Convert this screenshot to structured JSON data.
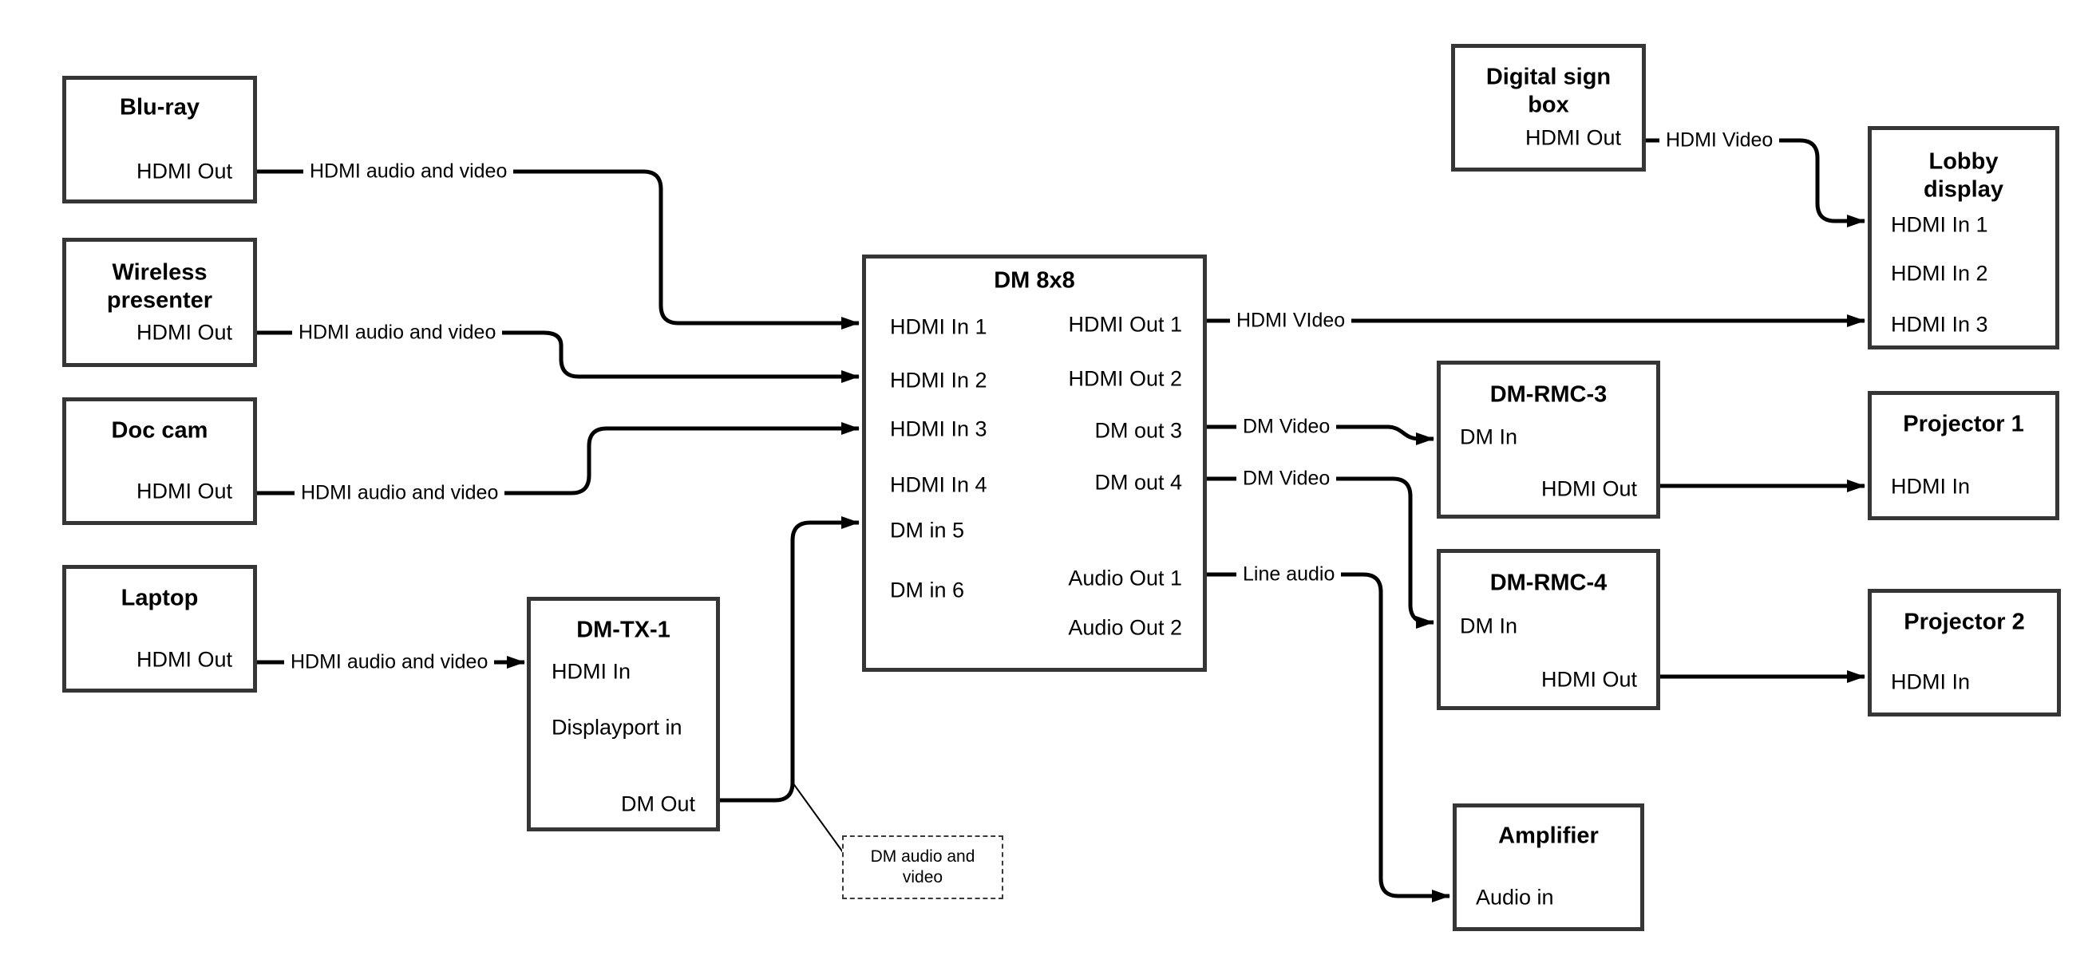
{
  "colors": {
    "background": "#ffffff",
    "line": "#000000",
    "box_border": "#363636"
  },
  "nodes": {
    "bluray": {
      "title": "Blu-ray",
      "port": "HDMI Out"
    },
    "wireless": {
      "title_line1": "Wireless",
      "title_line2": "presenter",
      "port": "HDMI Out"
    },
    "doccam": {
      "title": "Doc cam",
      "port": "HDMI Out"
    },
    "laptop": {
      "title": "Laptop",
      "port": "HDMI Out"
    },
    "dmtx1": {
      "title": "DM-TX-1",
      "port_hdmi_in": "HDMI In",
      "port_dp_in": "Displayport in",
      "port_dm_out": "DM Out"
    },
    "dm8x8": {
      "title": "DM 8x8",
      "inputs": [
        "HDMI In 1",
        "HDMI In 2",
        "HDMI In 3",
        "HDMI In 4",
        "DM in 5",
        "DM in 6"
      ],
      "outputs": [
        "HDMI Out 1",
        "HDMI Out 2",
        "DM out 3",
        "DM out 4",
        "Audio Out 1",
        "Audio Out 2"
      ]
    },
    "digitalsign": {
      "title_line1": "Digital sign",
      "title_line2": "box",
      "port": "HDMI Out"
    },
    "lobby": {
      "title_line1": "Lobby",
      "title_line2": "display",
      "ports": [
        "HDMI In 1",
        "HDMI In 2",
        "HDMI In 3"
      ]
    },
    "dmrmc3": {
      "title": "DM-RMC-3",
      "port_in": "DM In",
      "port_out": "HDMI Out"
    },
    "dmrmc4": {
      "title": "DM-RMC-4",
      "port_in": "DM In",
      "port_out": "HDMI Out"
    },
    "proj1": {
      "title": "Projector 1",
      "port": "HDMI In"
    },
    "proj2": {
      "title": "Projector 2",
      "port": "HDMI In"
    },
    "amp": {
      "title": "Amplifier",
      "port": "Audio in"
    }
  },
  "edges": {
    "bluray_to_dm8x8": "HDMI audio and video",
    "wireless_to_dm8x8": "HDMI audio and video",
    "doccam_to_dm8x8": "HDMI audio and video",
    "laptop_to_dmtx1": "HDMI audio and video",
    "hdmiout1_to_lobby": "HDMI VIdeo",
    "dmout3_to_rmc3": "DM Video",
    "dmout4_to_rmc4": "DM Video",
    "audioout1_to_amp": "Line audio",
    "digitalsign_to_lobby": "HDMI Video"
  },
  "callout": {
    "line1": "DM audio and",
    "line2": "video"
  }
}
